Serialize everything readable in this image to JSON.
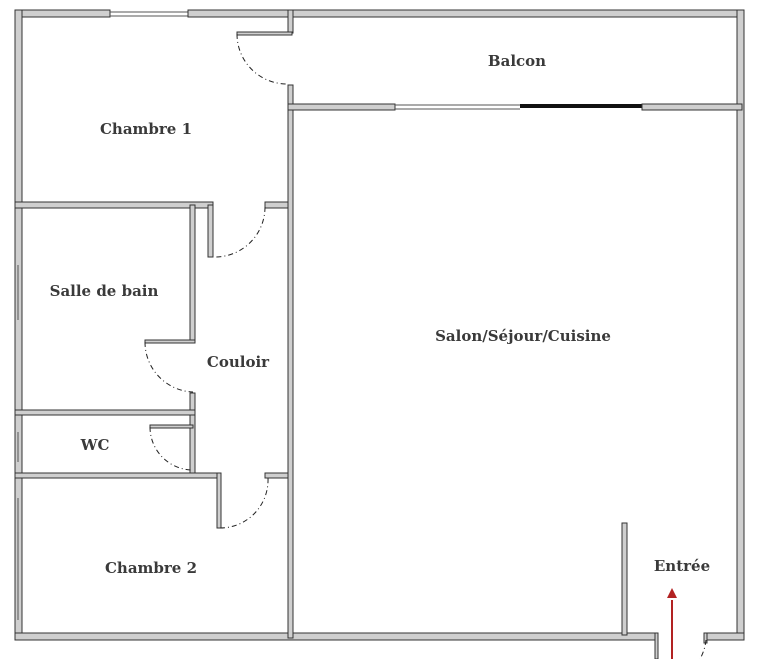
{
  "rooms": {
    "chambre1": "Chambre 1",
    "balcon": "Balcon",
    "salle_de_bain": "Salle de bain",
    "couloir": "Couloir",
    "wc": "WC",
    "salon": "Salon/Séjour/Cuisine",
    "chambre2": "Chambre 2",
    "entree": "Entrée"
  },
  "colors": {
    "wall": "#cfcfcf",
    "arrow": "#b22222"
  }
}
